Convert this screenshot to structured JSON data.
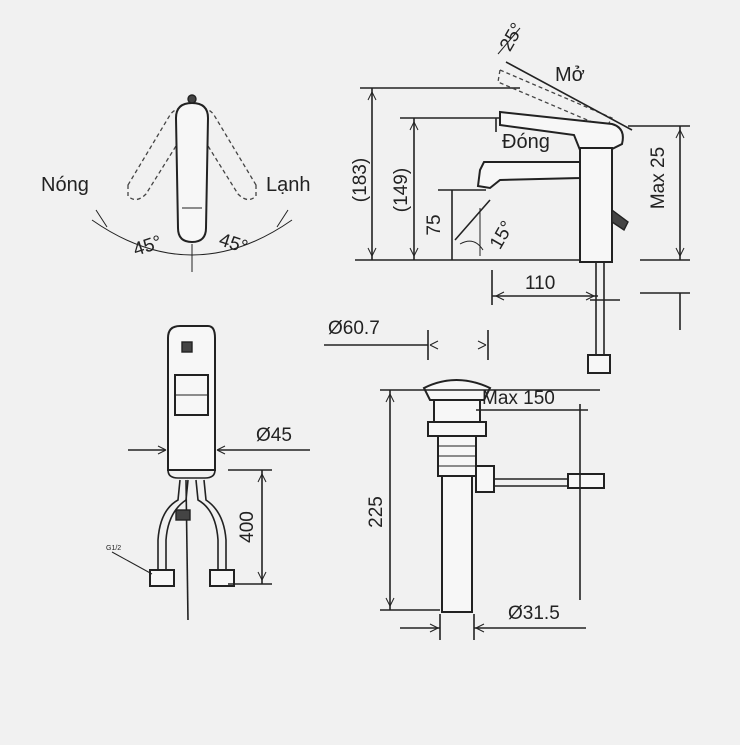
{
  "labels": {
    "hot": "Nóng",
    "cold": "Lạnh",
    "open": "Mở",
    "closed": "Đóng",
    "angle_left": "45°",
    "angle_right": "45°",
    "angle_lever": "25°",
    "angle_spout": "15°",
    "thread": "G1/2"
  },
  "dimensions": {
    "total_height": "(183)",
    "spout_height": "(149)",
    "spout_clearance": "75",
    "reach": "110",
    "max_deck": "Max 25",
    "base_diameter": "Ø45",
    "hose_length": "400",
    "drain_top": "Ø60.7",
    "max_thickness": "Max 150",
    "drain_length": "225",
    "drain_pipe": "Ø31.5"
  }
}
